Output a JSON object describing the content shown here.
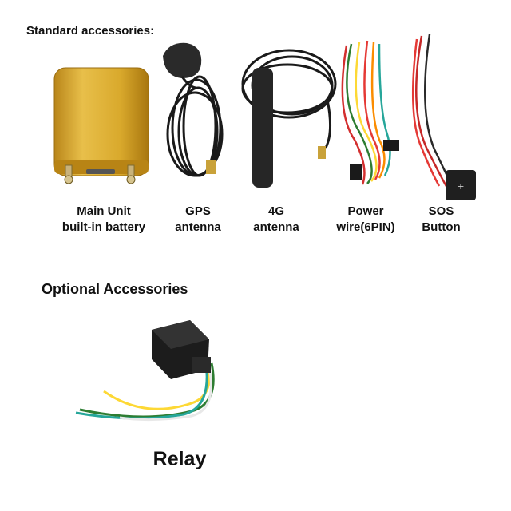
{
  "standard": {
    "heading": "Standard accessories:",
    "items": [
      {
        "id": "main-unit",
        "lines": [
          "Main Unit",
          "built-in battery"
        ],
        "color": "#d4a21e"
      },
      {
        "id": "gps-antenna",
        "lines": [
          "GPS",
          "antenna"
        ],
        "color": "#1c1c1c"
      },
      {
        "id": "4g-antenna",
        "lines": [
          "4G",
          "antenna"
        ],
        "color": "#1c1c1c"
      },
      {
        "id": "power-wire",
        "lines": [
          "Power",
          "wire(6PIN)"
        ],
        "color": "#e53935"
      },
      {
        "id": "sos-button",
        "lines": [
          "SOS",
          "Button"
        ],
        "color": "#b71c1c"
      }
    ]
  },
  "optional": {
    "heading": "Optional Accessories",
    "items": [
      {
        "id": "relay",
        "lines": [
          "Relay"
        ],
        "color": "#1a1a1a"
      }
    ]
  }
}
